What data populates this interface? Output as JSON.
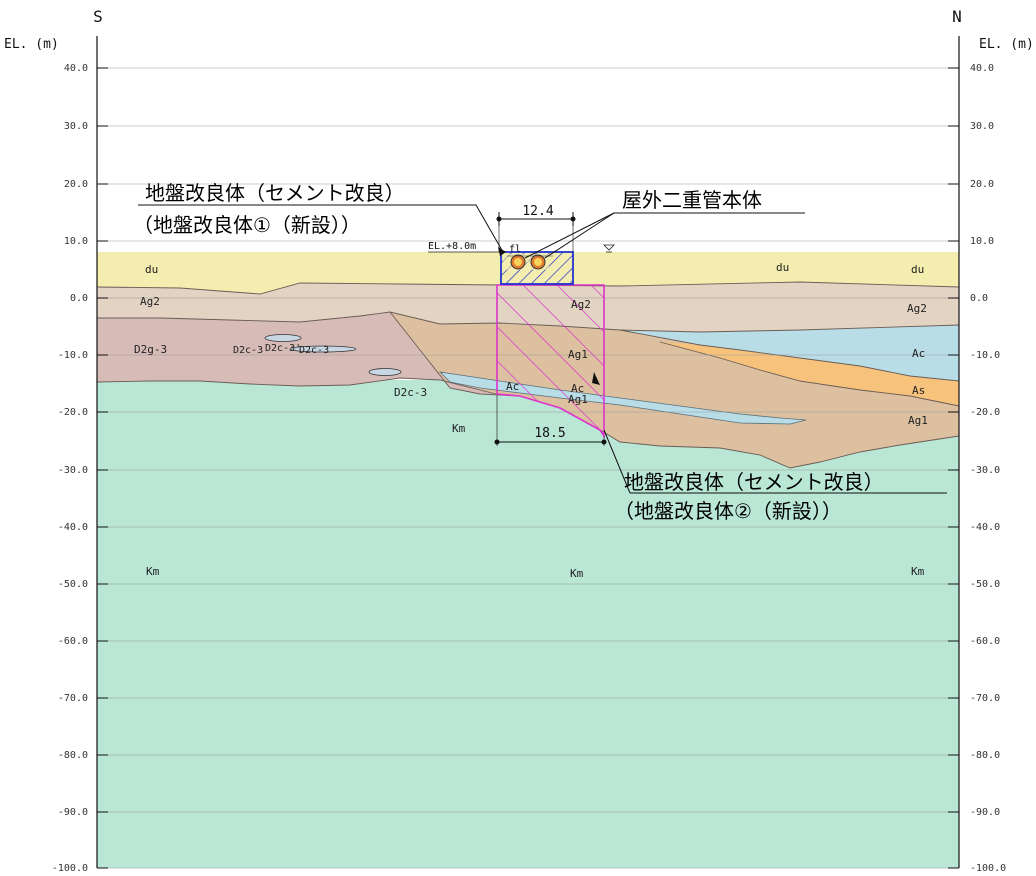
{
  "direction": {
    "left": "S",
    "right": "N"
  },
  "axis": {
    "title_left": "EL. (m)",
    "title_right": "EL. (m)",
    "ticks_left": [
      "40.0",
      "30.0",
      "20.0",
      "10.0",
      "0.0",
      "-10.0",
      "-20.0",
      "-30.0",
      "-40.0",
      "-50.0",
      "-60.0",
      "-70.0",
      "-80.0",
      "-90.0",
      "-100.0"
    ],
    "ticks_right": [
      "40.0",
      "30.0",
      "20.0",
      "10.0",
      "0.0",
      "-10.0",
      "-20.0",
      "-30.0",
      "-40.0",
      "-50.0",
      "-60.0",
      "-70.0",
      "-80.0",
      "-90.0",
      "-100.0"
    ],
    "range": [
      40,
      -100
    ]
  },
  "strata_labels": {
    "du_left": "du",
    "du_mid": "du",
    "du_right": "du",
    "ag2_left": "Ag2",
    "ag2_mid": "Ag2",
    "ag2_right": "Ag2",
    "d2g3": "D2g-3",
    "d2c3_a": "D2c-3",
    "d2c3_b": "D2c-3'",
    "d2c3_c": "D2c-3",
    "d2c3_d": "D2c-3",
    "ag1_mid": "Ag1",
    "ag1_low": "Ag1",
    "ag1_right": "Ag1",
    "ac_mid": "Ac",
    "ac_mid2": "Ac",
    "ac_right": "Ac",
    "as_right": "As",
    "km_upper": "Km",
    "km_left": "Km",
    "km_mid": "Km",
    "km_right": "Km"
  },
  "dimensions": {
    "top_width": "12.4",
    "bottom_width": "18.5"
  },
  "elevation_note": "EL.+8.0m",
  "fl_label": "fl",
  "annotations": {
    "upper_line1": "地盤改良体（セメント改良）",
    "upper_line2": "（地盤改良体①（新設））",
    "pipe": "屋外二重管本体",
    "lower_line1": "地盤改良体（セメント改良）",
    "lower_line2": "（地盤改良体②（新設））"
  },
  "colors": {
    "du": "#f3edb0",
    "ag2": "#e2d3c3",
    "d2g": "#d7bbb7",
    "ag1": "#dcc0a0",
    "ac": "#b8dde7",
    "as": "#f7c27c",
    "km": "#b9e6d5",
    "improvement_1": "#2233cc",
    "improvement_2": "#dd33cc"
  }
}
